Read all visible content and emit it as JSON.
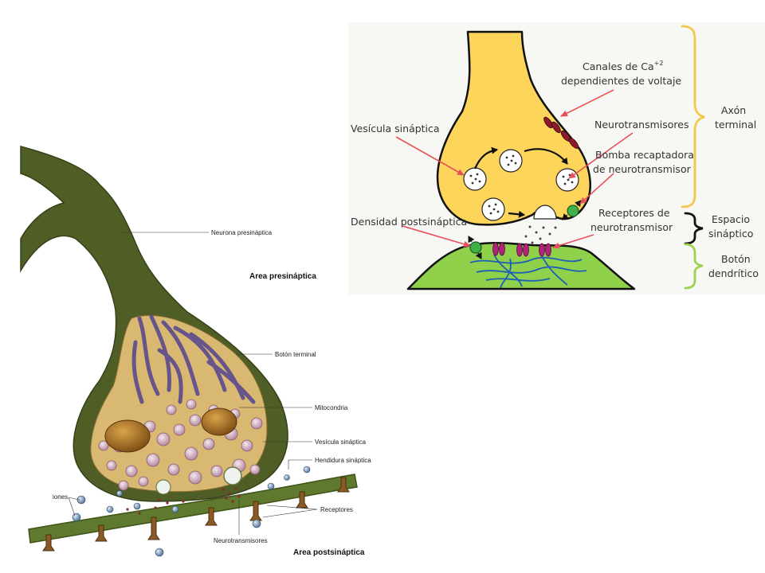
{
  "left_diagram": {
    "labels": {
      "neurona_presinaptica": "Neurona presináptica",
      "area_presinaptica": "Area presináptica",
      "boton_terminal": "Botón terminal",
      "mitocondria": "Mitocondria",
      "vesicula_sinaptica": "Vesícula sináptica",
      "hendidura_sinaptica": "Hendidura sináptica",
      "iones": "iones",
      "receptores": "Receptores",
      "neurotransmisores": "Neurotransmisores",
      "area_postsinaptica": "Area postsináptica"
    }
  },
  "right_diagram": {
    "labels": {
      "canales_line1": "Canales de Ca",
      "canales_sup": "+2",
      "canales_line2": "dependientes de voltaje",
      "neurotransmisores": "Neurotransmisores",
      "bomba_line1": "Bomba recaptadora",
      "bomba_line2": "de neurotransmisor",
      "vesicula": "Vesícula sináptica",
      "densidad": "Densidad postsináptica",
      "receptores_line1": "Receptores de",
      "receptores_line2": "neurotransmisor",
      "axon_line1": "Axón",
      "axon_line2": "terminal",
      "espacio_line1": "Espacio",
      "espacio_line2": "sináptico",
      "boton_line1": "Botón",
      "boton_line2": "dendrítico"
    },
    "colors": {
      "terminal": "#fcd55a",
      "dendrite": "#8fd14a",
      "arrow": "#e8505b",
      "channel": "#8b1a2b",
      "receptor": "#b0237a",
      "pump": "#3fb04a",
      "brace_axon": "#f2c94c",
      "brace_espacio": "#111111",
      "brace_boton": "#9bd24f"
    }
  }
}
